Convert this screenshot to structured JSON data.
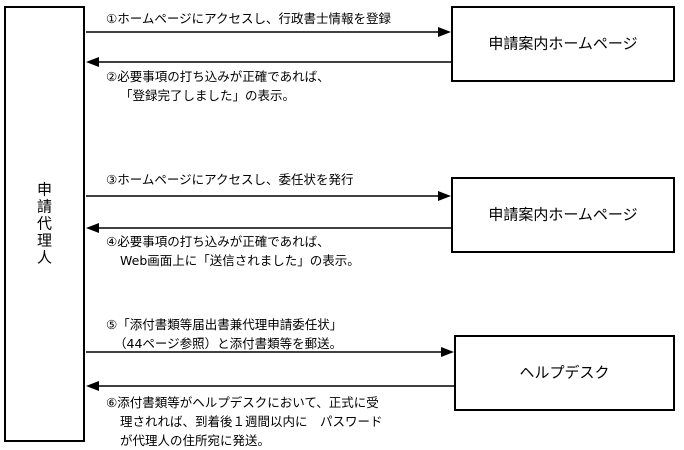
{
  "agent": {
    "label": "申請代理人"
  },
  "targets": {
    "home1": "申請案内ホームページ",
    "home2": "申請案内ホームページ",
    "helpdesk": "ヘルプデスク"
  },
  "messages": {
    "m1": "①ホームページにアクセスし、行政書士情報を登録",
    "m2a": "②必要事項の打ち込みが正確であれば、",
    "m2b": "「登録完了しました」の表示。",
    "m3": "③ホームページにアクセスし、委任状を発行",
    "m4a": "④必要事項の打ち込みが正確であれば、",
    "m4b": "Web画面上に「送信されました」の表示。",
    "m5a": "⑤「添付書類等届出書兼代理申請委任状」",
    "m5b": "（44ページ参照）と添付書類等を郵送。",
    "m6a": "⑥添付書類等がヘルプデスクにおいて、正式に受",
    "m6b": "理されれば、到着後１週間以内に　パスワード",
    "m6c": "が代理人の住所宛に発送。"
  }
}
